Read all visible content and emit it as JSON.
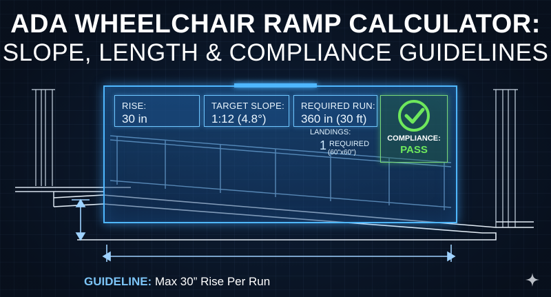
{
  "title": {
    "line1": "ADA WHEELCHAIR RAMP CALCULATOR:",
    "line2": "SLOPE, LENGTH & COMPLIANCE GUIDELINES"
  },
  "cards": {
    "rise": {
      "label": "RISE:",
      "value": "30 in"
    },
    "slope": {
      "label": "TARGET SLOPE:",
      "value": "1:12 (4.8°)"
    },
    "run": {
      "label": "REQUIRED RUN:",
      "value": "360 in (30 ft)"
    }
  },
  "landings": {
    "label": "LANDINGS:",
    "count": "1",
    "required": "REQUIRED",
    "size": "(60\"x60\")"
  },
  "compliance": {
    "label": "COMPLIANCE:",
    "status": "PASS",
    "status_color": "#6ee85c"
  },
  "guideline": {
    "key": "GUIDELINE:",
    "text": " Max 30” Rise Per Run"
  },
  "icons": {
    "check": "check-circle-icon",
    "rise_arrow": "vertical-double-arrow-icon",
    "run_arrow": "horizontal-double-arrow-icon",
    "sparkle": "sparkle-icon"
  },
  "colors": {
    "background": "#0b1626",
    "accent": "#4fb7ff",
    "pass": "#6ee85c"
  }
}
